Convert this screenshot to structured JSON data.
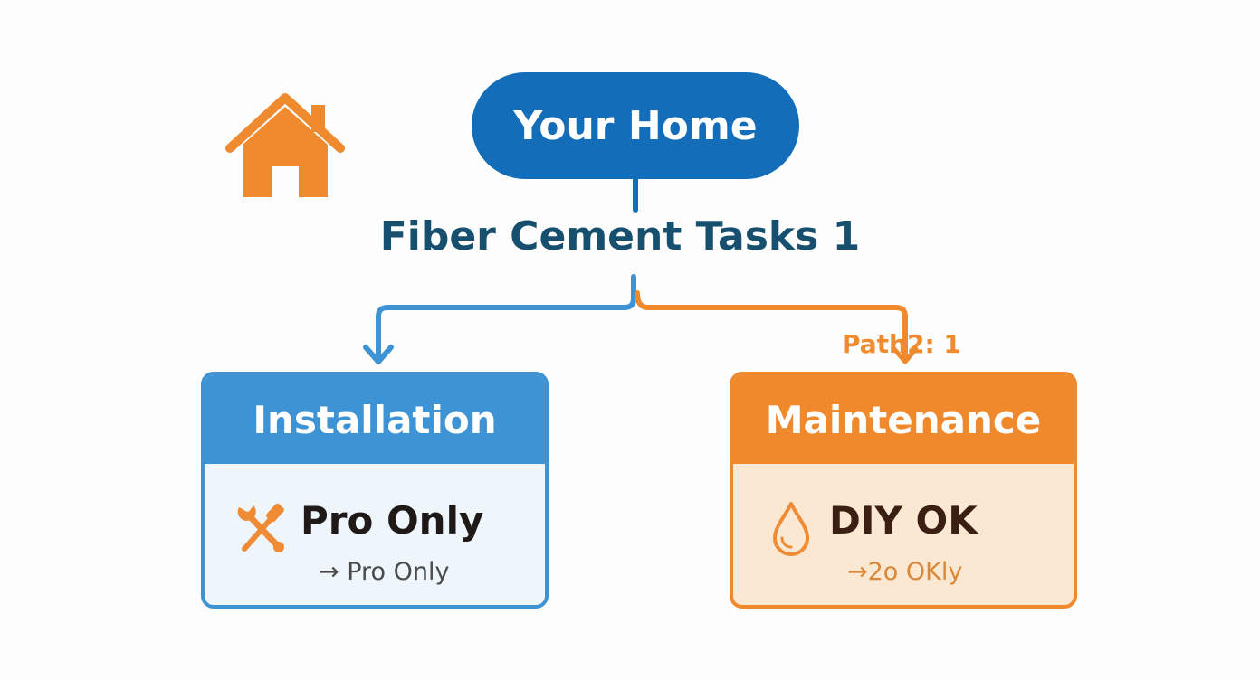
{
  "colors": {
    "blue_dark": "#136db8",
    "blue": "#3d93d3",
    "orange": "#f0882c",
    "title_teal": "#16506e"
  },
  "diagram": {
    "root": {
      "label": "Your Home"
    },
    "subtitle": "Fiber Cement Tasks 1",
    "path_label": "Path2: 1",
    "icons": {
      "home": "house-icon",
      "left": "tools-icon",
      "right": "water-drop-icon"
    },
    "branches": [
      {
        "title": "Installation",
        "main": "Pro Only",
        "sub": "→ Pro Only"
      },
      {
        "title": "Maintenance",
        "main": "DIY OK",
        "sub": "→2o OKly"
      }
    ]
  }
}
